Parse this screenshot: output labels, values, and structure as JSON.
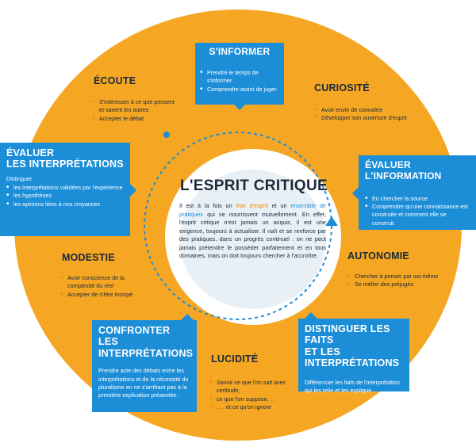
{
  "center": {
    "title": "L'ESPRIT CRITIQUE",
    "text_1": "Il est à la fois un ",
    "hl_1": "état d'esprit",
    "text_2": " et un ",
    "hl_2": "ensemble de pratiques",
    "text_3": " qui se nourrissent mutuellement. En effet, l'esprit critique n'est jamais un acquis, il est une exigence, toujours à actualiser. Il naît et se renforce par des pratiques, dans un progrès continuel : on ne peut jamais prétendre le posséder parfaitement et en tous domaines, mais on doit toujours chercher à l'accroître."
  },
  "sections": {
    "sinformer": {
      "title": "S'INFORMER",
      "items": [
        "Prendre le temps de s'informer",
        "Comprendre avant de juger."
      ]
    },
    "ecoute": {
      "title": "ÉCOUTE",
      "items": [
        "S'intéresser à ce que pensent et savent les autres",
        "Accepter le débat"
      ]
    },
    "curiosite": {
      "title": "CURIOSITÉ",
      "items": [
        "Avoir envie de connaître",
        "Développer son ouverture d'esprit"
      ]
    },
    "evaluer_interp": {
      "title_1": "ÉVALUER",
      "title_2": "LES INTERPRÉTATIONS",
      "sub": "Distinguer",
      "items": [
        "les interprétations validées par l'expérience",
        "les hypothèses",
        "les opinions liées à nos croyances"
      ]
    },
    "evaluer_info": {
      "title": "ÉVALUER L'INFORMATION",
      "items": [
        "En chercher la source",
        "Comprendre qu'une connaissance est construite et comment elle se construit."
      ]
    },
    "modestie": {
      "title": "MODESTIE",
      "items": [
        "Avoir conscience de la complexité du réel",
        "Accepter de s'être trompé"
      ]
    },
    "autonomie": {
      "title": "AUTONOMIE",
      "items": [
        "Chercher à penser par soi-même",
        "Se méfier des préjugés"
      ]
    },
    "confronter": {
      "title_1": "CONFRONTER",
      "title_2": "LES INTERPRÉTATIONS",
      "text": "Prendre acte des débats entre les interprétations et de la nécessité du pluralisme en ne s'arrêtant pas à la première explication présentée."
    },
    "lucidite": {
      "title": "LUCIDITÉ",
      "items": [
        "Savoir ce que l'on sait avec certitude,",
        "ce que l'on suppose. . .",
        ". . . et ce qu'on ignore"
      ]
    },
    "distinguer": {
      "title_1": "DISTINGUER LES FAITS",
      "title_2": "ET LES INTERPRÉTATIONS",
      "text": "Différencier les faits de l'interprétation qui les relie et les explique."
    }
  },
  "colors": {
    "ring": "#f5a623",
    "box_blue": "#1c8ed8",
    "bullet": "#f08c00",
    "text_dark": "#1a2a3a"
  }
}
